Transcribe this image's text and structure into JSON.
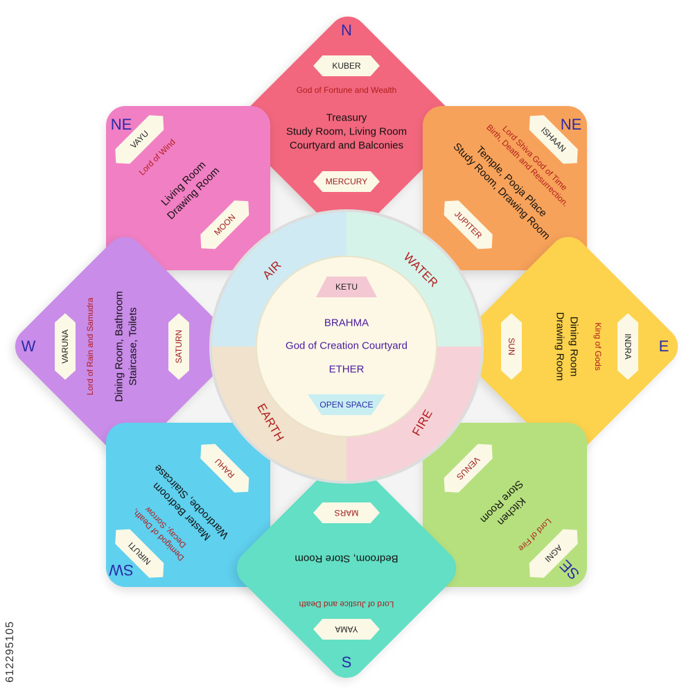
{
  "sectors": {
    "north": {
      "direction": "N",
      "deity": "KUBER",
      "deity_desc": "God of Fortune and Wealth",
      "rooms": [
        "Treasury",
        "Study Room, Living Room",
        "Courtyard and Balconies"
      ],
      "planet": "MERCURY",
      "color": "#f2677e"
    },
    "northeast_left": {
      "direction": "NE",
      "deity": "VAYU",
      "deity_desc": "Lord of Wind",
      "rooms": [
        "Living Room",
        "Drawing Room"
      ],
      "planet": "MOON",
      "color": "#f17fc3"
    },
    "northeast_right": {
      "direction": "NE",
      "deity": "ISHAAN",
      "deity_desc": [
        "Lord Shiva God of Time",
        "Birth, Death and Resurrection."
      ],
      "rooms": [
        "Temple, Pooja Place",
        "Study Room, Drawing Room"
      ],
      "planet": "JUPITER",
      "color": "#f7a25a"
    },
    "east": {
      "direction": "E",
      "deity": "INDRA",
      "deity_desc": "King of Gods",
      "rooms": [
        "Dining Room",
        "Drawing Room"
      ],
      "planet": "SUN",
      "color": "#fdd24d"
    },
    "west": {
      "direction": "W",
      "deity": "VARUNA",
      "deity_desc": "Lord of Rain and Samudra",
      "rooms": [
        "Dining Room, Bathroom",
        "Staircase, Toilets"
      ],
      "planet": "SATURN",
      "color": "#c98ce8"
    },
    "southwest": {
      "direction": "SW",
      "deity": "NIRUTI",
      "deity_desc": [
        "Demigod of Death,",
        "Decay, Sorrow"
      ],
      "rooms": [
        "Master Bedroom",
        "Wardroobe, Staircase"
      ],
      "planet": "RAHU",
      "color": "#5fd0ee"
    },
    "south": {
      "direction": "S",
      "deity": "YAMA",
      "deity_desc": "Lord of Justice and Death",
      "rooms": [
        "Bedroom, Store Room"
      ],
      "planet": "MARS",
      "color": "#62dfc4"
    },
    "southeast": {
      "direction": "SE",
      "deity": "AGNI",
      "deity_desc": "Lord of Fire",
      "rooms": [
        "Kitchen",
        "Store Room"
      ],
      "planet": "VENUS",
      "color": "#b6e07e"
    }
  },
  "elements": {
    "air": "AIR",
    "water": "WATER",
    "earth": "EARTH",
    "fire": "FIRE"
  },
  "center": {
    "top_badge": "KETU",
    "line1": "BRAHMA",
    "line2": "God of Creation Courtyard",
    "line3": "ETHER",
    "bottom_badge": "OPEN SPACE"
  },
  "colors": {
    "air": "#cfeaf3",
    "water": "#d6f3ea",
    "earth": "#f0e2cc",
    "fire": "#f6d2d8",
    "center": "#fcf8e5",
    "direction_text": "#2b2aa6",
    "god_text": "#b01c1c"
  },
  "stock_id": "612295105"
}
